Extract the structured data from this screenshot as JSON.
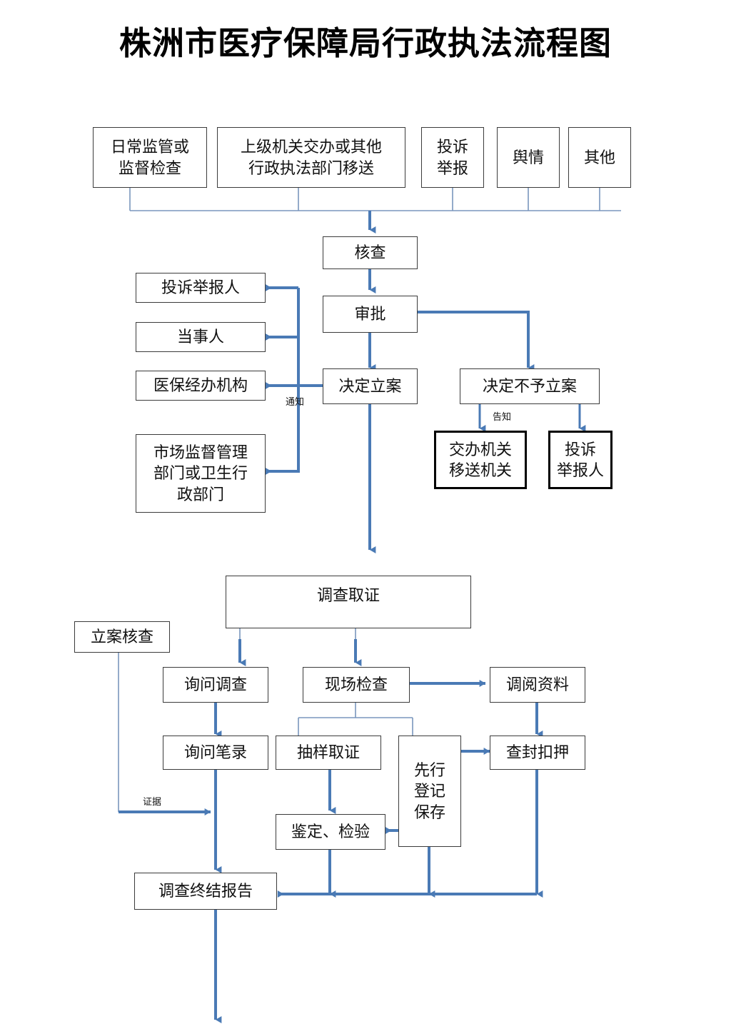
{
  "document": {
    "title": "株洲市医疗保障局行政执法流程图"
  },
  "colors": {
    "arrow_blue": "#4a7ab5",
    "thin_line": "#7a96bd",
    "box_border": "#3b3b3b",
    "box_border_thick": "#000000",
    "background": "#ffffff"
  },
  "nodes": {
    "source_daily": "日常监管或\n监督检查",
    "source_transfer": "上级机关交办或其他\n行政执法部门移送",
    "source_complaint": "投诉\n举报",
    "source_opinion": "舆情",
    "source_other": "其他",
    "verify": "核查",
    "approval": "审批",
    "decide_file": "决定立案",
    "decide_nofile": "决定不予立案",
    "notify_complainant": "投诉举报人",
    "notify_party": "当事人",
    "notify_agency": "医保经办机构",
    "notify_market": "市场监督管理\n部门或卫生行\n政部门",
    "inform_transfer_org": "交办机关\n移送机关",
    "inform_complainant": "投诉\n举报人",
    "investigate": "调查取证",
    "case_review": "立案核查",
    "inquiry": "询问调查",
    "onsite": "现场检查",
    "retrieve_docs": "调阅资料",
    "inquiry_record": "询问笔录",
    "sampling": "抽样取证",
    "preregister": "先行\n登记\n保存",
    "seizure": "查封扣押",
    "appraisal": "鉴定、检验",
    "final_report": "调查终结报告"
  },
  "edge_labels": {
    "notify": "通知",
    "inform": "告知",
    "evidence": "证据"
  },
  "chart_data": {
    "type": "diagram",
    "title": "株洲市医疗保障局行政执法流程图",
    "diagram_kind": "flowchart",
    "flow": [
      {
        "from": "source_daily",
        "to": "verify"
      },
      {
        "from": "source_transfer",
        "to": "verify"
      },
      {
        "from": "source_complaint",
        "to": "verify"
      },
      {
        "from": "source_opinion",
        "to": "verify"
      },
      {
        "from": "source_other",
        "to": "verify"
      },
      {
        "from": "verify",
        "to": "approval"
      },
      {
        "from": "approval",
        "to": "decide_file"
      },
      {
        "from": "approval",
        "to": "decide_nofile"
      },
      {
        "from": "decide_file",
        "to": "notify_complainant",
        "label": "通知"
      },
      {
        "from": "decide_file",
        "to": "notify_party",
        "label": "通知"
      },
      {
        "from": "decide_file",
        "to": "notify_agency",
        "label": "通知"
      },
      {
        "from": "decide_file",
        "to": "notify_market",
        "label": "通知"
      },
      {
        "from": "decide_nofile",
        "to": "inform_transfer_org",
        "label": "告知"
      },
      {
        "from": "decide_nofile",
        "to": "inform_complainant",
        "label": "告知"
      },
      {
        "from": "decide_file",
        "to": "investigate"
      },
      {
        "from": "investigate",
        "to": "inquiry"
      },
      {
        "from": "investigate",
        "to": "onsite"
      },
      {
        "from": "onsite",
        "to": "retrieve_docs"
      },
      {
        "from": "onsite",
        "to": "sampling"
      },
      {
        "from": "onsite",
        "to": "preregister"
      },
      {
        "from": "inquiry",
        "to": "inquiry_record"
      },
      {
        "from": "retrieve_docs",
        "to": "seizure"
      },
      {
        "from": "preregister",
        "to": "seizure"
      },
      {
        "from": "preregister",
        "to": "appraisal"
      },
      {
        "from": "sampling",
        "to": "appraisal"
      },
      {
        "from": "case_review",
        "to": "inquiry_record",
        "label": "证据"
      },
      {
        "from": "inquiry_record",
        "to": "final_report"
      },
      {
        "from": "appraisal",
        "to": "final_report"
      },
      {
        "from": "preregister",
        "to": "final_report"
      },
      {
        "from": "seizure",
        "to": "final_report"
      },
      {
        "from": "final_report",
        "to": "next_stage"
      }
    ]
  }
}
